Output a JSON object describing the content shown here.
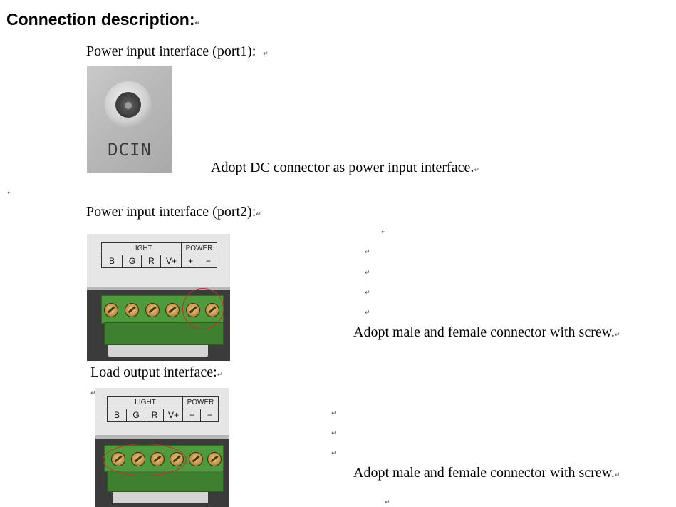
{
  "heading": "Connection description:",
  "port1": {
    "title": "Power input interface (port1):",
    "photo_label": "DCIN",
    "caption": "Adopt DC connector as power input interface."
  },
  "port2": {
    "title": "Power input interface (port2):",
    "caption": "Adopt male and female connector with screw."
  },
  "load_output": {
    "title": "Load output interface:",
    "caption": "Adopt male and female connector with screw."
  },
  "terminal_label": {
    "group_light": "LIGHT",
    "group_power": "POWER",
    "pins": [
      "B",
      "G",
      "R",
      "V+",
      "+",
      "−"
    ]
  },
  "paragraph_mark": "↵"
}
